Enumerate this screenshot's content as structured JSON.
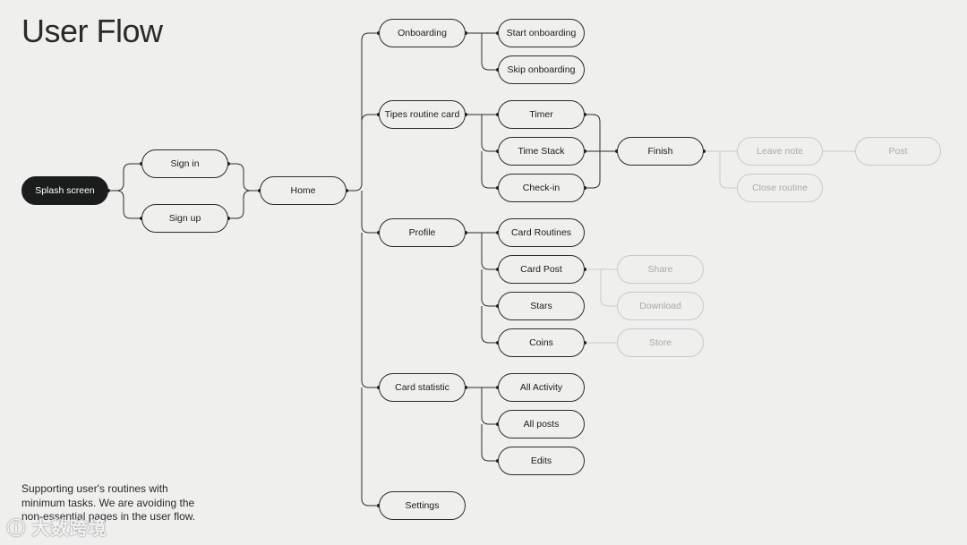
{
  "title": "User Flow",
  "note": "Supporting user's routines with minimum tasks. We are avoiding the non-essential pages in the user flow.",
  "watermark": "ⓘ 大数跨境",
  "colors": {
    "background": "#efefee",
    "line": "#2b2b2b",
    "dark_node": "#1b1d1d",
    "faded": "#c9c9c9"
  },
  "nodes": {
    "splash": "Splash screen",
    "signin": "Sign in",
    "signup": "Sign up",
    "home": "Home",
    "onboarding": "Onboarding",
    "start_onboarding": "Start onboarding",
    "skip_onboarding": "Skip onboarding",
    "tipes": "Tipes routine card",
    "timer": "Timer",
    "time_stack": "Time Stack",
    "check_in": "Check-in",
    "finish": "Finish",
    "leave_note": "Leave note",
    "post": "Post",
    "close_routine": "Close routine",
    "profile": "Profile",
    "card_routines": "Card Routines",
    "card_post": "Card Post",
    "share": "Share",
    "download": "Download",
    "stars": "Stars",
    "coins": "Coins",
    "store": "Store",
    "card_statistic": "Card statistic",
    "all_activity": "All Activity",
    "all_posts": "All posts",
    "edits": "Edits",
    "settings": "Settings"
  }
}
